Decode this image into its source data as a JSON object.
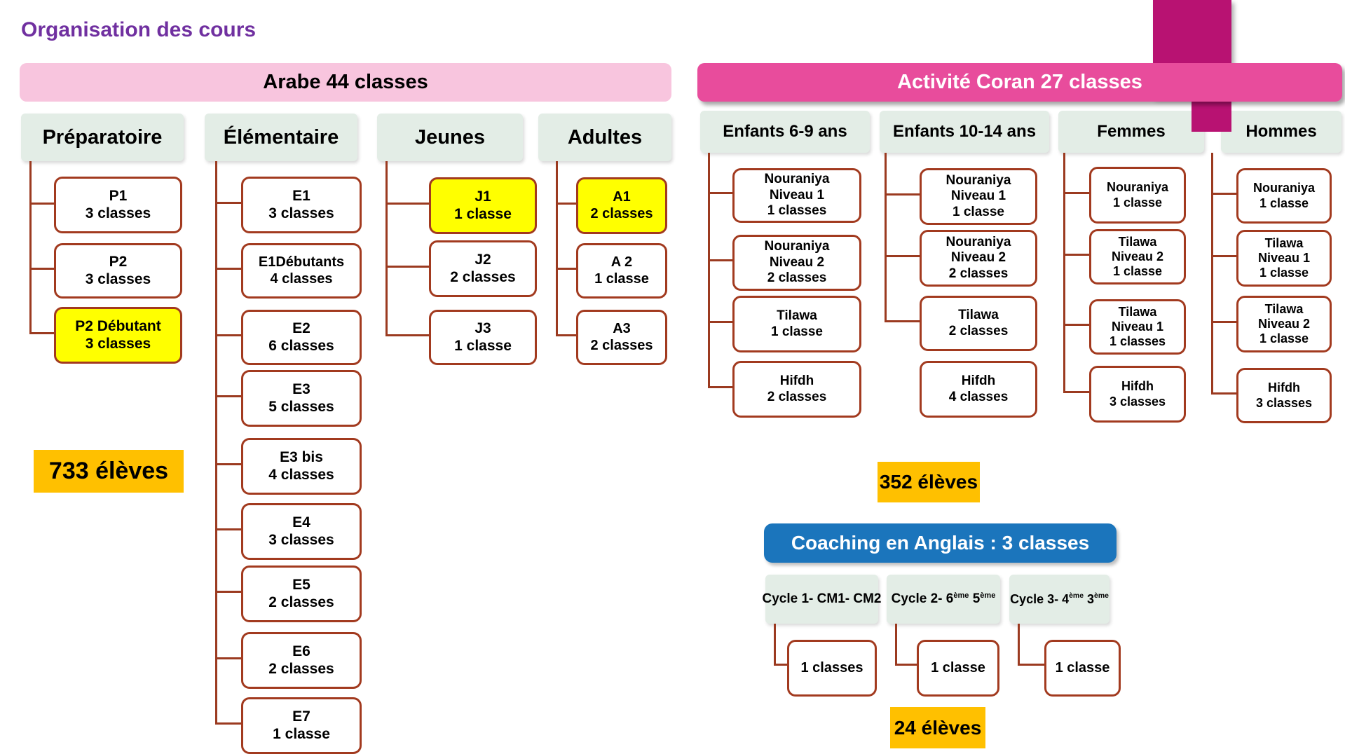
{
  "title": "Organisation des cours",
  "colors": {
    "title_purple": "#7030A0",
    "banner_pink": "#F8C5DE",
    "banner_magenta": "#E84C9C",
    "decor_dark_magenta": "#B81272",
    "banner_blue": "#1B75BC",
    "header_green": "#E3EDE6",
    "node_border_brick": "#A23A1F",
    "highlight_yellow": "#FFFF00",
    "badge_orange": "#FFC000"
  },
  "arabe": {
    "banner": "Arabe 44 classes",
    "badge": "733 élèves",
    "columns": [
      {
        "header": "Préparatoire",
        "items": [
          {
            "lines": [
              "P1",
              "3 classes"
            ]
          },
          {
            "lines": [
              "P2",
              "3 classes"
            ]
          },
          {
            "lines": [
              "P2 Débutant",
              "3 classes"
            ],
            "highlight": true
          }
        ]
      },
      {
        "header": "Élémentaire",
        "items": [
          {
            "lines": [
              "E1",
              "3 classes"
            ]
          },
          {
            "lines": [
              "E1Débutants",
              "4 classes"
            ]
          },
          {
            "lines": [
              "E2",
              "6 classes"
            ]
          },
          {
            "lines": [
              "E3",
              "5 classes"
            ]
          },
          {
            "lines": [
              "E3 bis",
              "4 classes"
            ]
          },
          {
            "lines": [
              "E4",
              "3 classes"
            ]
          },
          {
            "lines": [
              "E5",
              "2 classes"
            ]
          },
          {
            "lines": [
              "E6",
              "2 classes"
            ]
          },
          {
            "lines": [
              "E7",
              "1 classe"
            ]
          }
        ]
      },
      {
        "header": "Jeunes",
        "items": [
          {
            "lines": [
              "J1",
              "1 classe"
            ],
            "highlight": true
          },
          {
            "lines": [
              "J2",
              "2 classes"
            ]
          },
          {
            "lines": [
              "J3",
              "1 classe"
            ]
          }
        ]
      },
      {
        "header": "Adultes",
        "items": [
          {
            "lines": [
              "A1",
              "2 classes"
            ],
            "highlight": true
          },
          {
            "lines": [
              "A 2",
              "1 classe"
            ]
          },
          {
            "lines": [
              "A3",
              "2 classes"
            ]
          }
        ]
      }
    ]
  },
  "coran": {
    "banner": "Activité Coran 27 classes",
    "badge": "352 élèves",
    "columns": [
      {
        "header": "Enfants 6-9 ans",
        "items": [
          {
            "lines": [
              "Nouraniya",
              "Niveau 1",
              "1 classes"
            ]
          },
          {
            "lines": [
              "Nouraniya",
              "Niveau 2",
              "2 classes"
            ]
          },
          {
            "lines": [
              "Tilawa",
              "1 classe"
            ]
          },
          {
            "lines": [
              "Hifdh",
              "2 classes"
            ]
          }
        ]
      },
      {
        "header": "Enfants 10-14 ans",
        "items": [
          {
            "lines": [
              "Nouraniya",
              "Niveau 1",
              "1 classe"
            ]
          },
          {
            "lines": [
              "Nouraniya",
              "Niveau 2",
              "2 classes"
            ]
          },
          {
            "lines": [
              "Tilawa",
              "2 classes"
            ]
          },
          {
            "lines": [
              "Hifdh",
              "4 classes"
            ]
          }
        ]
      },
      {
        "header": "Femmes",
        "items": [
          {
            "lines": [
              "Nouraniya",
              "1 classe"
            ]
          },
          {
            "lines": [
              "Tilawa",
              "Niveau 2",
              "1 classe"
            ]
          },
          {
            "lines": [
              "Tilawa",
              "Niveau 1",
              "1 classes"
            ]
          },
          {
            "lines": [
              "Hifdh",
              "3 classes"
            ]
          }
        ]
      },
      {
        "header": "Hommes",
        "items": [
          {
            "lines": [
              "Nouraniya",
              "1 classe"
            ]
          },
          {
            "lines": [
              "Tilawa",
              "Niveau 1",
              "1 classe"
            ]
          },
          {
            "lines": [
              "Tilawa",
              "Niveau 2",
              "1 classe"
            ]
          },
          {
            "lines": [
              "Hifdh",
              "3 classes"
            ]
          }
        ]
      }
    ]
  },
  "anglais": {
    "banner": "Coaching en Anglais : 3 classes",
    "badge": "24 élèves",
    "cycles": [
      {
        "t1": "Cycle 1- CM1- CM2",
        "s1": "",
        "t2": "",
        "s2": "",
        "box": "1 classes"
      },
      {
        "t1": "Cycle 2- 6",
        "s1": "ème",
        "t2": " 5",
        "s2": "ème",
        "box": "1 classe"
      },
      {
        "t1": "Cycle 3- 4",
        "s1": "ème",
        "t2": " 3",
        "s2": "ème",
        "box": "1 classe"
      }
    ]
  }
}
